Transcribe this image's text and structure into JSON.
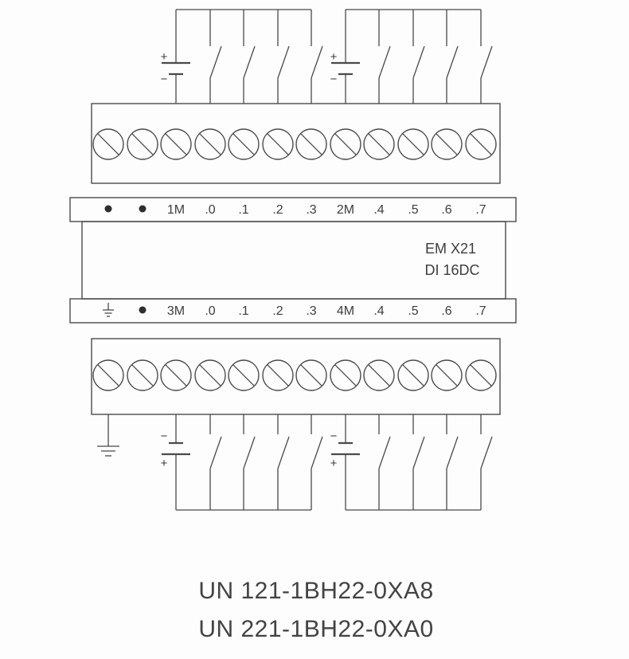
{
  "module": {
    "model": "EM X21",
    "type": "DI 16DC"
  },
  "terminal_strip_top": {
    "icons": [
      "dot-icon",
      "dot-icon"
    ],
    "labels": [
      "1M",
      ".0",
      ".1",
      ".2",
      ".3",
      "2M",
      ".4",
      ".5",
      ".6",
      ".7"
    ]
  },
  "terminal_strip_bottom": {
    "icons": [
      "earth-ground-icon",
      "dot-icon"
    ],
    "labels": [
      "3M",
      ".0",
      ".1",
      ".2",
      ".3",
      "4M",
      ".4",
      ".5",
      ".6",
      ".7"
    ]
  },
  "battery_symbol": {
    "plus": "+",
    "minus": "−"
  },
  "part_numbers": {
    "line1": "UN 121-1BH22-0XA8",
    "line2": "UN 221-1BH22-0XA0"
  }
}
